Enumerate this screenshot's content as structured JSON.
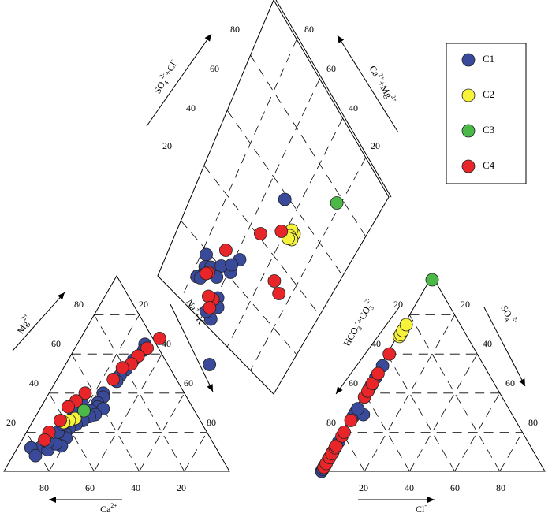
{
  "chart_data": {
    "type": "scatter",
    "subtype": "piper-trilinear",
    "legend": {
      "placement": "top-right",
      "entries": [
        {
          "name": "C1",
          "color": "#3a4a9a"
        },
        {
          "name": "C2",
          "color": "#f7f23a"
        },
        {
          "name": "C3",
          "color": "#4cb848"
        },
        {
          "name": "C4",
          "color": "#e8262a"
        }
      ]
    },
    "cation_triangle": {
      "axis_labels": {
        "left": "Mg2+",
        "right": "Na+ + K+",
        "bottom": "Ca2+"
      },
      "ticks": {
        "left": [
          "20",
          "40",
          "60",
          "80"
        ],
        "right": [
          "20",
          "40",
          "60",
          "80"
        ],
        "bottom": [
          "80",
          "60",
          "40",
          "20"
        ]
      },
      "series": [
        {
          "name": "C1",
          "points": [
            [
              65,
              30
            ],
            [
              62,
              31
            ],
            [
              57,
              29
            ],
            [
              52,
              28
            ],
            [
              49,
              27
            ],
            [
              46,
              27
            ],
            [
              40,
              24
            ],
            [
              38,
              25
            ],
            [
              35,
              24
            ],
            [
              33,
              25
            ],
            [
              32,
              28
            ],
            [
              31,
              23
            ],
            [
              29,
              26
            ],
            [
              28,
              24
            ],
            [
              26,
              22
            ],
            [
              24,
              20
            ],
            [
              22,
              18
            ],
            [
              20,
              17
            ],
            [
              17,
              19
            ],
            [
              13,
              19
            ],
            [
              12,
              10
            ],
            [
              11,
              14
            ],
            [
              14,
              16
            ],
            [
              20,
              14
            ],
            [
              24,
              14
            ],
            [
              30,
              16
            ],
            [
              35,
              17
            ],
            [
              12,
              6
            ],
            [
              8,
              10
            ],
            [
              15,
              12
            ]
          ]
        },
        {
          "name": "C2",
          "points": [
            [
              27,
              18
            ],
            [
              26,
              16
            ],
            [
              25,
              14
            ]
          ]
        },
        {
          "name": "C3",
          "points": [
            [
              31,
              20
            ]
          ]
        },
        {
          "name": "C4",
          "points": [
            [
              68,
              35
            ],
            [
              63,
              32
            ],
            [
              59,
              30
            ],
            [
              55,
              29
            ],
            [
              53,
              26
            ],
            [
              47,
              25
            ],
            [
              40,
              16
            ],
            [
              36,
              14
            ],
            [
              33,
              12
            ],
            [
              26,
              12
            ],
            [
              20,
              10
            ],
            [
              16,
              10
            ]
          ]
        }
      ]
    },
    "anion_triangle": {
      "axis_labels": {
        "left": "HCO3- + CO32-",
        "right": "SO42-",
        "bottom": "Cl-"
      },
      "ticks": {
        "left": [
          "20",
          "40",
          "60",
          "80"
        ],
        "right": [
          "20",
          "40",
          "60",
          "80"
        ],
        "bottom": [
          "20",
          "40",
          "60",
          "80"
        ]
      },
      "series": [
        {
          "name": "C1",
          "points": [
            [
              0,
              1
            ],
            [
              1,
              1
            ],
            [
              2,
              1
            ],
            [
              3,
              1
            ],
            [
              6,
              1
            ],
            [
              10,
              1
            ],
            [
              15,
              1
            ],
            [
              28,
              1
            ],
            [
              30,
              1
            ],
            [
              29,
              5
            ],
            [
              32,
              1
            ],
            [
              42,
              1
            ],
            [
              44,
              1
            ],
            [
              48,
              1
            ],
            [
              54,
              1
            ]
          ]
        },
        {
          "name": "C2",
          "points": [
            [
              69,
              1
            ],
            [
              70,
              1
            ],
            [
              72,
              1
            ],
            [
              75,
              1
            ]
          ]
        },
        {
          "name": "C3",
          "points": [
            [
              98,
              1
            ]
          ]
        },
        {
          "name": "C4",
          "points": [
            [
              2,
              1
            ],
            [
              4,
              1
            ],
            [
              7,
              1
            ],
            [
              9,
              1
            ],
            [
              12,
              1
            ],
            [
              13,
              1
            ],
            [
              18,
              1
            ],
            [
              20,
              1
            ],
            [
              26,
              1
            ],
            [
              38,
              1
            ],
            [
              41,
              1
            ],
            [
              45,
              1
            ],
            [
              50,
              1
            ],
            [
              60,
              1
            ]
          ]
        }
      ]
    },
    "diamond": {
      "axis_labels": {
        "upper_left": "SO42- + Cl-",
        "upper_right": "Ca2+ + Mg2+"
      },
      "ticks": {
        "upper_left": [
          "20",
          "40",
          "60",
          "80"
        ],
        "upper_right": [
          "20",
          "40",
          "60",
          "80"
        ]
      },
      "series": [
        {
          "name": "C1",
          "points": [
            [
              48,
              38
            ],
            [
              20,
              78
            ],
            [
              22,
              81
            ],
            [
              25,
              79
            ],
            [
              22,
              84
            ],
            [
              20,
              86
            ],
            [
              22,
              85
            ],
            [
              36,
              73
            ],
            [
              38,
              67
            ],
            [
              30,
              75
            ],
            [
              35,
              71
            ],
            [
              30,
              79
            ],
            [
              35,
              83
            ],
            [
              37,
              85
            ],
            [
              36,
              90
            ],
            [
              32,
              90
            ],
            [
              45,
              100
            ]
          ]
        },
        {
          "name": "C2",
          "points": [
            [
              60,
              42
            ],
            [
              58,
              42
            ],
            [
              58,
              44
            ],
            [
              60,
              44
            ],
            [
              58,
              45
            ]
          ]
        },
        {
          "name": "C3",
          "points": [
            [
              75,
              20
            ]
          ]
        },
        {
          "name": "C4",
          "points": [
            [
              43,
              54
            ],
            [
              53,
              46
            ],
            [
              29,
              70
            ],
            [
              60,
              59
            ],
            [
              65,
              60
            ],
            [
              25,
              81
            ],
            [
              24,
              82
            ],
            [
              33,
              85
            ],
            [
              30,
              86
            ],
            [
              33,
              88
            ]
          ]
        }
      ]
    }
  }
}
